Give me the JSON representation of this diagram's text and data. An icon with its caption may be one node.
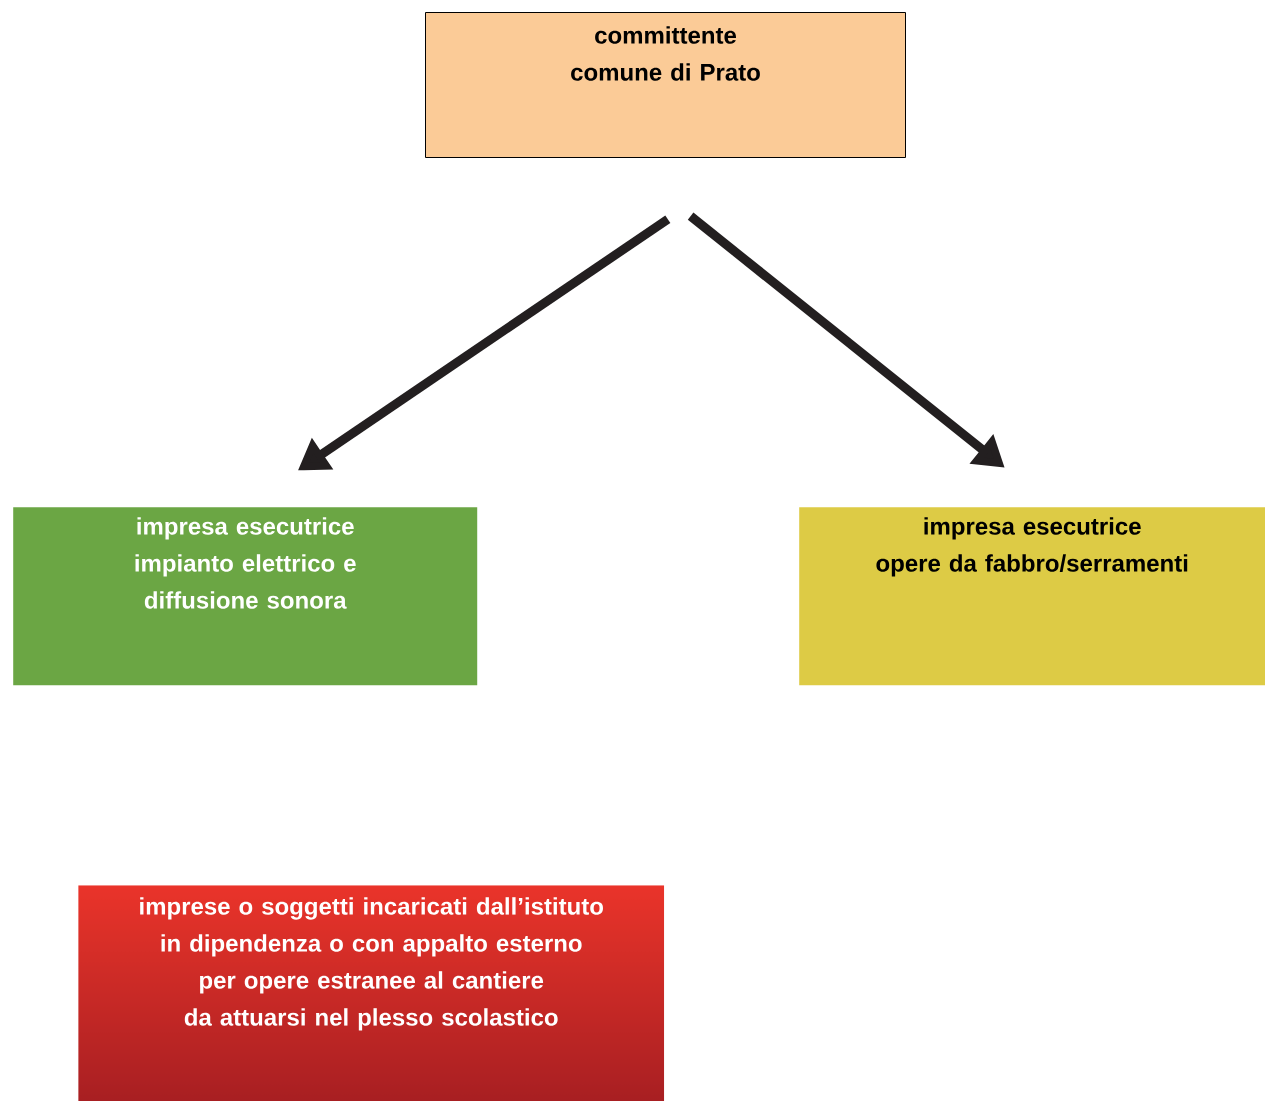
{
  "diagram": {
    "nodes": [
      {
        "text": [
          "committente",
          "comune di Prato"
        ]
      },
      {
        "text": [
          "impresa esecutrice impianto elettrico e diffusione sonora"
        ]
      },
      {
        "text": [
          "impresa esecutrice",
          "opere da fabbro/serramenti"
        ]
      },
      {
        "text": [
          "imprese o soggetti incaricati dall’istituto in dipendenza o con appalto esterno per opere estranee al cantiere da attuarsi nel plesso scolastico"
        ]
      }
    ],
    "edges": [
      {
        "from": 0,
        "to": 1,
        "arrow": "to"
      },
      {
        "from": 0,
        "to": 2,
        "arrow": "to"
      }
    ]
  }
}
